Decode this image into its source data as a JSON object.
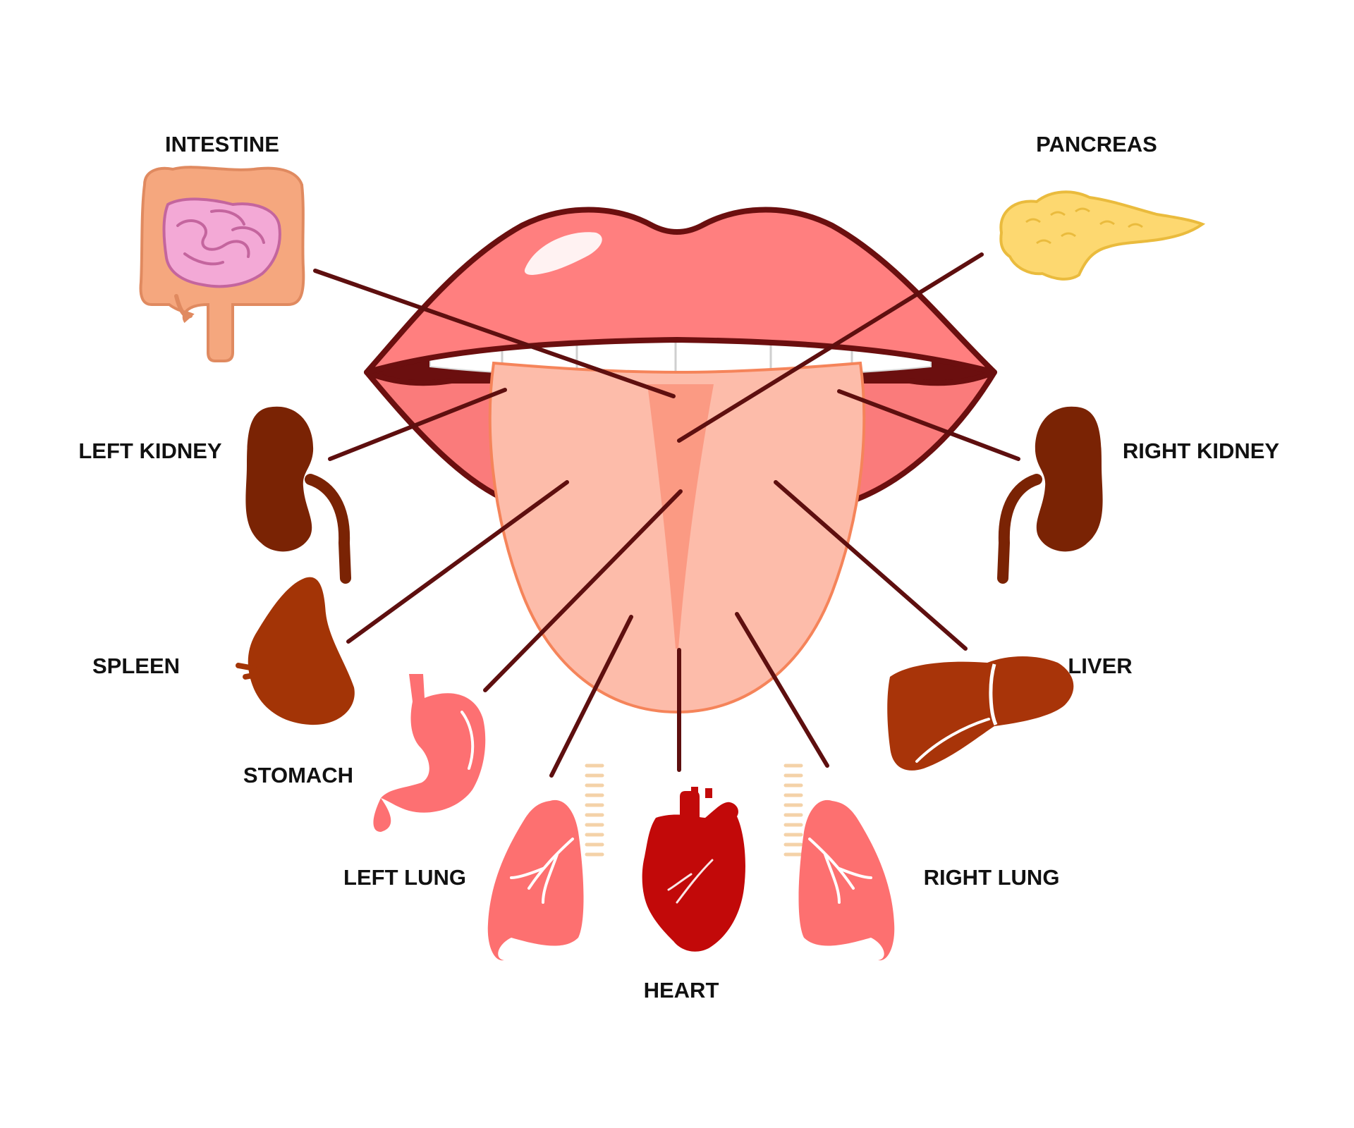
{
  "labels": {
    "intestine": "INTESTINE",
    "pancreas": "PANCREAS",
    "left_kidney": "LEFT KIDNEY",
    "right_kidney": "RIGHT KIDNEY",
    "spleen": "SPLEEN",
    "liver": "LIVER",
    "stomach": "STOMACH",
    "left_lung": "LEFT LUNG",
    "right_lung": "RIGHT LUNG",
    "heart": "HEART"
  },
  "colors": {
    "connector": "#5e0f0f",
    "lip_outline": "#6b0f0f",
    "upper_lip": "#ff7f7f",
    "lower_lip": "#fa7b7b",
    "tongue": "#fdbcaa",
    "tongue_edge": "#f5845a",
    "tongue_groove": "#fb9a83",
    "teeth": "#ffffff",
    "intestine_large": "#f5a77e",
    "intestine_small": "#f3a9d6",
    "pancreas": "#fdd870",
    "kidney": "#7a2304",
    "spleen": "#a33406",
    "liver": "#a83409",
    "stomach": "#fd7072",
    "lung": "#fd7070",
    "heart": "#c20909",
    "trachea": "#f4d2a8"
  },
  "icons": {
    "intestine": "intestine-icon",
    "pancreas": "pancreas-icon",
    "left_kidney": "kidney-icon",
    "right_kidney": "kidney-icon",
    "spleen": "spleen-icon",
    "liver": "liver-icon",
    "stomach": "stomach-icon",
    "left_lung": "lung-icon",
    "right_lung": "lung-icon",
    "heart": "heart-icon"
  }
}
